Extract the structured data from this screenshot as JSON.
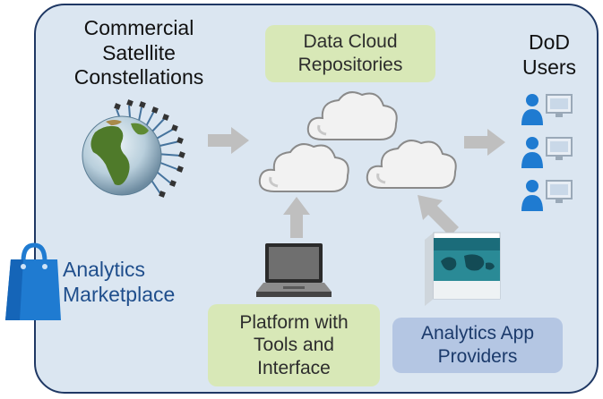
{
  "nodes": {
    "satellites": {
      "lines": [
        "Commercial",
        "Satellite",
        "Constellations"
      ]
    },
    "data_cloud": {
      "lines": [
        "Data Cloud",
        "Repositories"
      ]
    },
    "users": {
      "lines": [
        "DoD",
        "Users"
      ]
    },
    "marketplace": {
      "lines": [
        "Analytics",
        "Marketplace"
      ]
    },
    "platform": {
      "lines": [
        "Platform with",
        "Tools and",
        "Interface"
      ]
    },
    "app_providers": {
      "lines": [
        "Analytics App",
        "Providers"
      ]
    }
  },
  "icons": {
    "globe": "globe-with-satellites-icon",
    "clouds": "cloud-icon",
    "user": "user-at-monitor-icon",
    "bag": "shopping-bag-icon",
    "laptop": "laptop-icon",
    "software_box": "software-box-icon",
    "arrow": "arrow-icon"
  },
  "colors": {
    "background": "#dbe6f1",
    "border": "#1f3864",
    "green_box": "#d8e8b7",
    "blue_box": "#b4c6e3",
    "marketplace_text": "#1f4e8c",
    "user_blue": "#1f7bd1",
    "arrow": "#bfbfbf"
  }
}
